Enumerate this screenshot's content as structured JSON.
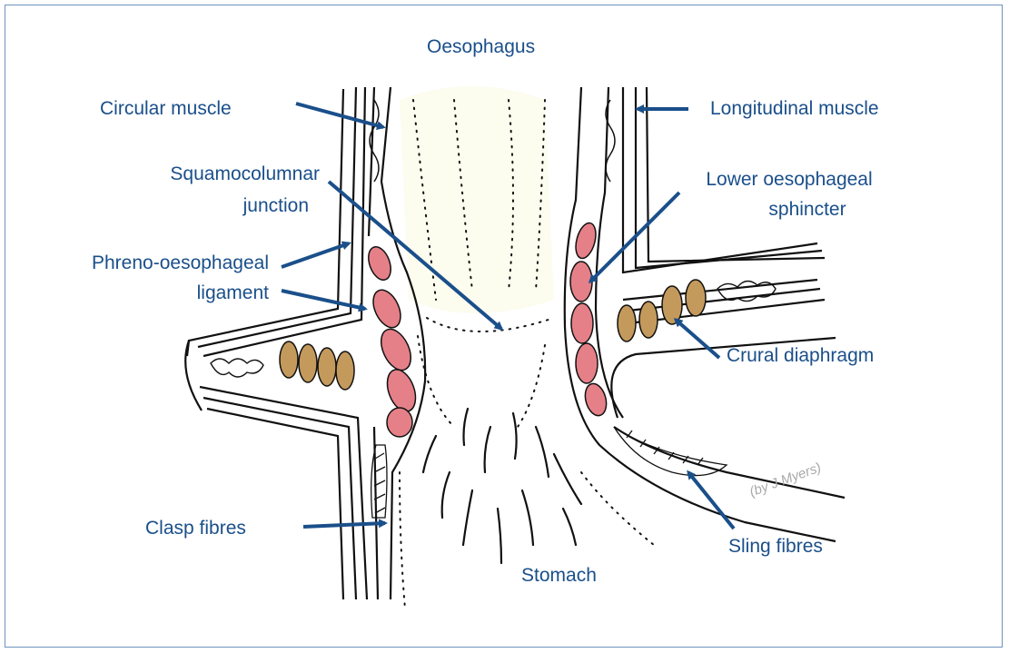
{
  "labels": {
    "oesophagus": "Oesophagus",
    "circular_muscle": "Circular muscle",
    "longitudinal_muscle": "Longitudinal muscle",
    "squamocolumnar_line1": "Squamocolumnar",
    "squamocolumnar_line2": "junction",
    "lower_sphincter_line1": "Lower oesophageal",
    "lower_sphincter_line2": "sphincter",
    "phreno_line1": "Phreno-oesophageal",
    "phreno_line2": "ligament",
    "crural_diaphragm": "Crural diaphragm",
    "clasp_fibres": "Clasp fibres",
    "sling_fibres": "Sling fibres",
    "stomach": "Stomach"
  },
  "credit": "(by J Myers)",
  "colors": {
    "label_text": "#1a4f8a",
    "arrow": "#1a4f8a",
    "frame": "#6f93bf",
    "sphincter_muscle": "#e58088",
    "crural_muscle": "#c49a5c",
    "outline": "#111111"
  }
}
